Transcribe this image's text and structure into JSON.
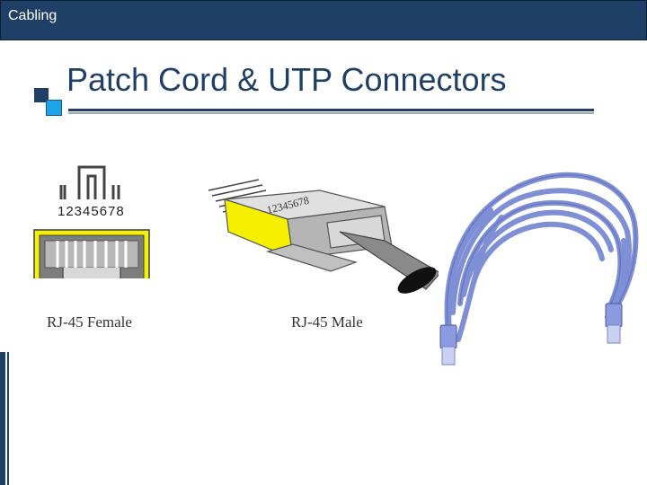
{
  "header": {
    "title": "Cabling"
  },
  "slide": {
    "title": "Patch Cord & UTP Connectors"
  },
  "diagram": {
    "female_label": "RJ-45 Female",
    "male_label": "RJ-45 Male",
    "female_pin_numbers": "12345678",
    "male_pin_numbers": "12345678"
  },
  "colors": {
    "header_bg": "#1f3f66",
    "connector_yellow": "#f5ef00",
    "cable_blue": "#7f8fd6"
  }
}
